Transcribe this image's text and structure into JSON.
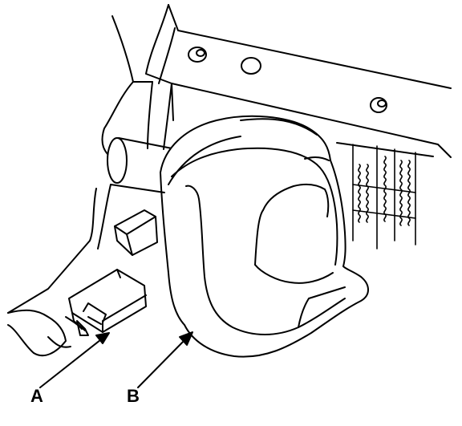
{
  "figure": {
    "components": [
      "frame-bracket",
      "radiator-fins",
      "horn-bracket",
      "connector",
      "horn"
    ],
    "callouts": [
      {
        "id": "A",
        "label": "A",
        "target": "connector"
      },
      {
        "id": "B",
        "label": "B",
        "target": "horn"
      }
    ]
  },
  "colors": {
    "line": "#000000",
    "fill": "#ffffff"
  }
}
